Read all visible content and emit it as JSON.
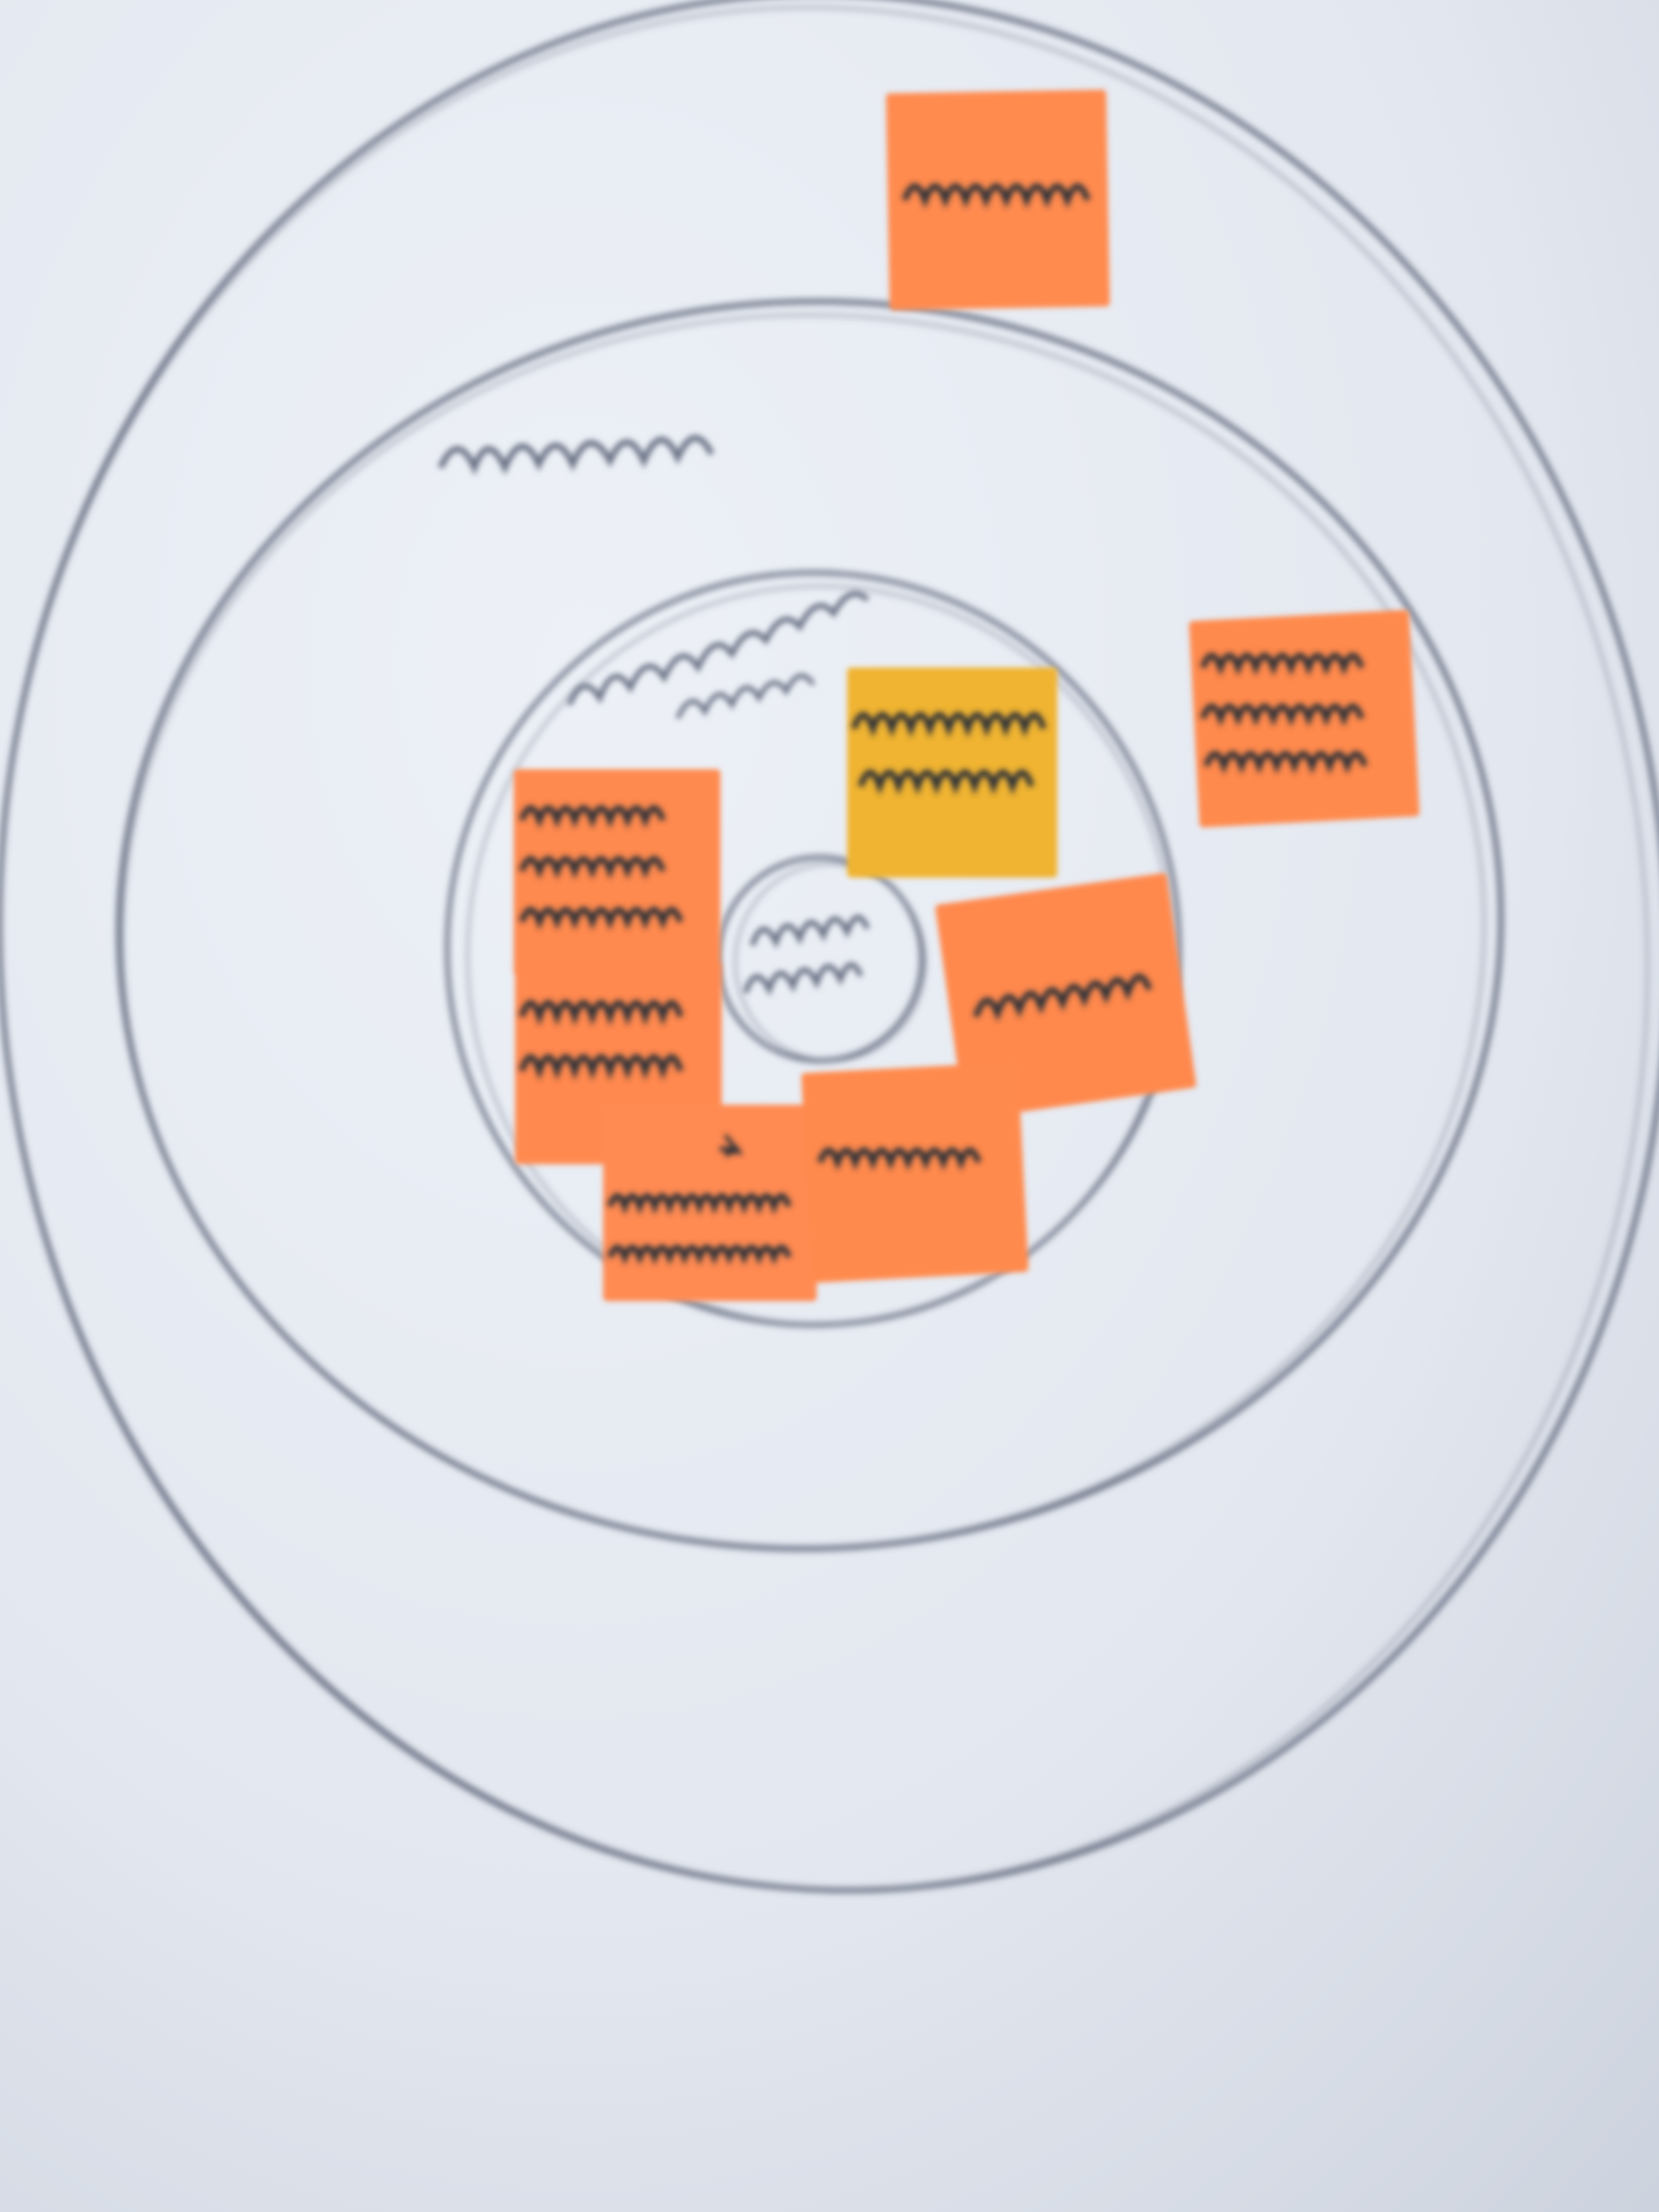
{
  "colors": {
    "paper": "#e4e8f0",
    "paper_shadow": "#c9cfdb",
    "ink": "#53596a",
    "ink_dark": "#2f3038",
    "sticky_orange": "#ff8a4f",
    "sticky_yellow": "#f2b632"
  },
  "sticky_notes": [
    {
      "name": "sticky-note-top-right-outer",
      "color": "orange"
    },
    {
      "name": "sticky-note-right-middle-ring",
      "color": "orange"
    },
    {
      "name": "sticky-note-center-top",
      "color": "yellow"
    },
    {
      "name": "sticky-note-left-upper",
      "color": "orange"
    },
    {
      "name": "sticky-note-left-lower",
      "color": "orange"
    },
    {
      "name": "sticky-note-center-right",
      "color": "orange"
    },
    {
      "name": "sticky-note-bottom-center",
      "color": "orange"
    },
    {
      "name": "sticky-note-bottom-left",
      "color": "orange"
    }
  ]
}
